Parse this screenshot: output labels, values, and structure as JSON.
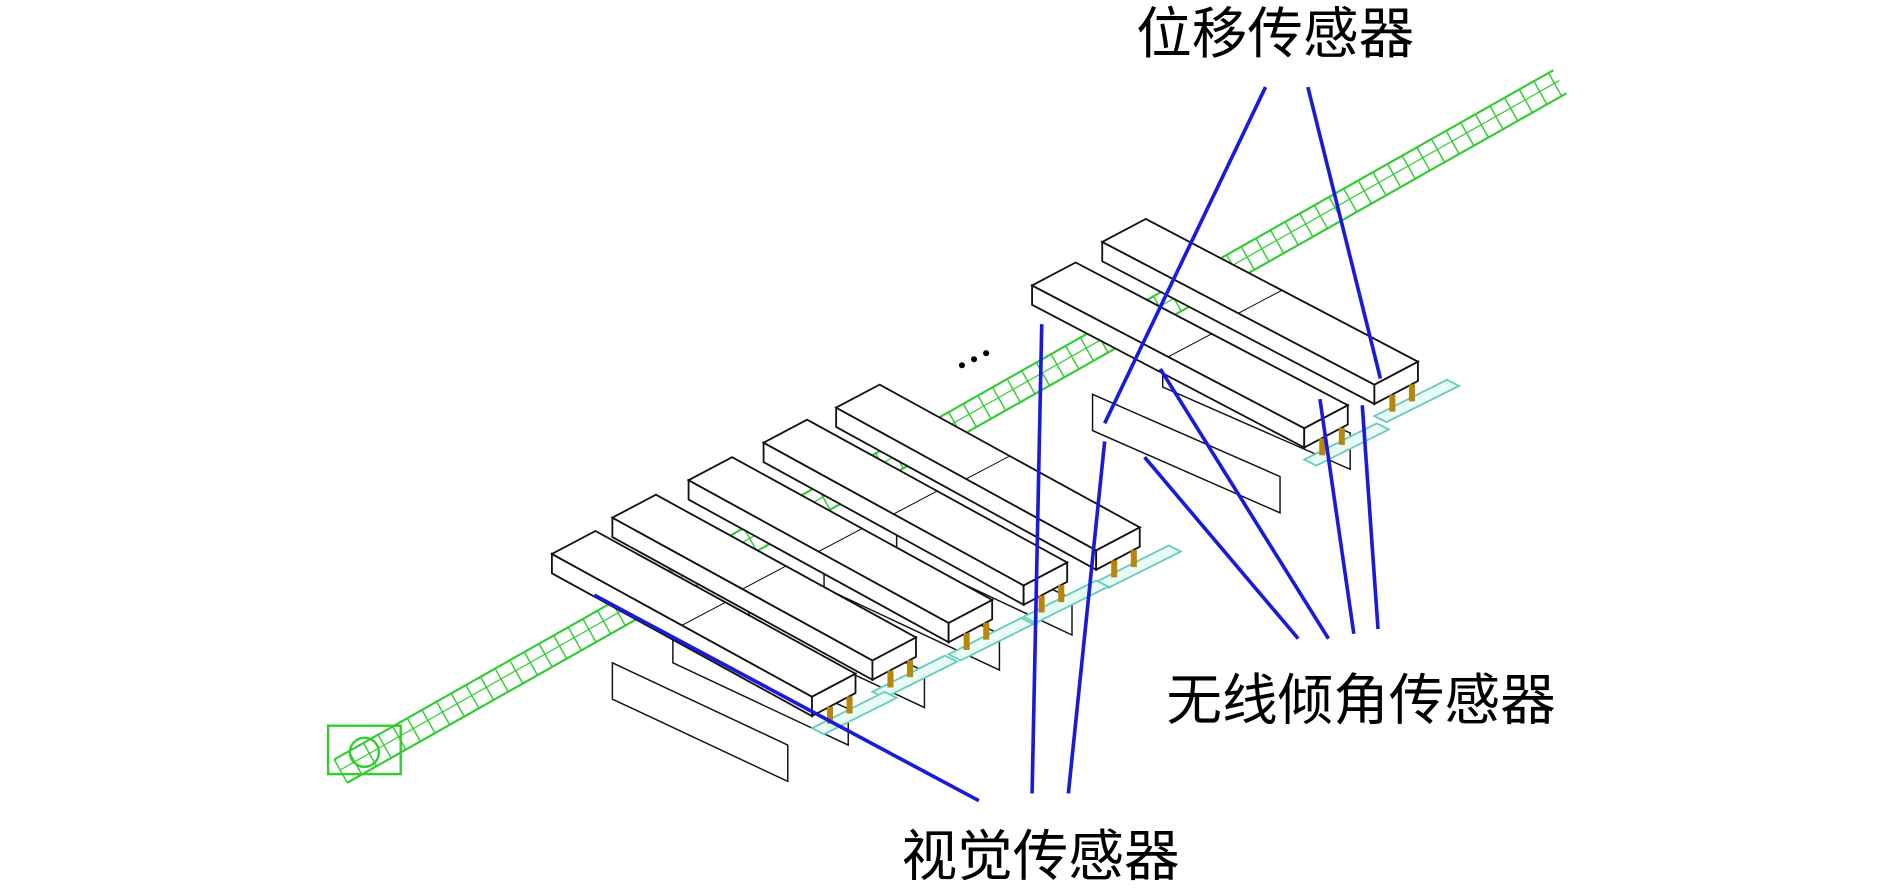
{
  "labels": {
    "displacement_sensor": "位移传感器",
    "wireless_tilt_sensor": "无线倾角传感器",
    "vision_sensor": "视觉传感器",
    "ellipsis": "..."
  },
  "colors": {
    "rail": "#33cc33",
    "leader_line": "#1a1adb",
    "platform_outline": "#111111",
    "bracket": "#b8860b",
    "cyan_part": "#66ccbb"
  }
}
